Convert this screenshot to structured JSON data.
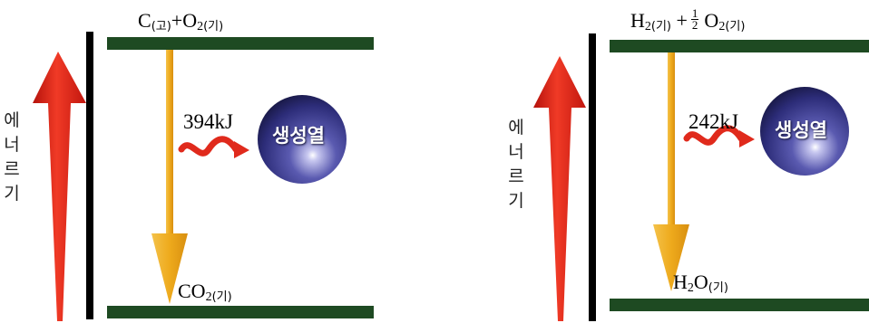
{
  "left": {
    "reactant": {
      "a_sym": "C",
      "a_state": "(고)",
      "plus": "+",
      "b_sym": "O",
      "b_sub": "2",
      "b_state": "(기)"
    },
    "product": {
      "sym": "CO",
      "sub": "2",
      "state": "(기)"
    },
    "heat": "394kJ",
    "ball_label": "생성열",
    "energy_chars": [
      "에",
      "너",
      "르",
      "기"
    ]
  },
  "right": {
    "reactant": {
      "a_sym": "H",
      "a_sub": "2",
      "a_state": "(기)",
      "plus": "+",
      "frac_num": "1",
      "frac_den": "2",
      "b_sym": "O",
      "b_sub": "2",
      "b_state": "(기)"
    },
    "product": {
      "sym_a": "H",
      "sub": "2",
      "sym_b": "O",
      "state": "(기)"
    },
    "heat": "242kJ",
    "ball_label": "생성열",
    "energy_chars": [
      "에",
      "너",
      "르",
      "기"
    ]
  },
  "colors": {
    "red_arrow": "#e8231a",
    "axis": "#000000",
    "level_bar": "#1e4a22",
    "orange_arrow": "#eeaa1c",
    "squiggle": "#e02a1c",
    "sphere": "#3a3a8c"
  }
}
